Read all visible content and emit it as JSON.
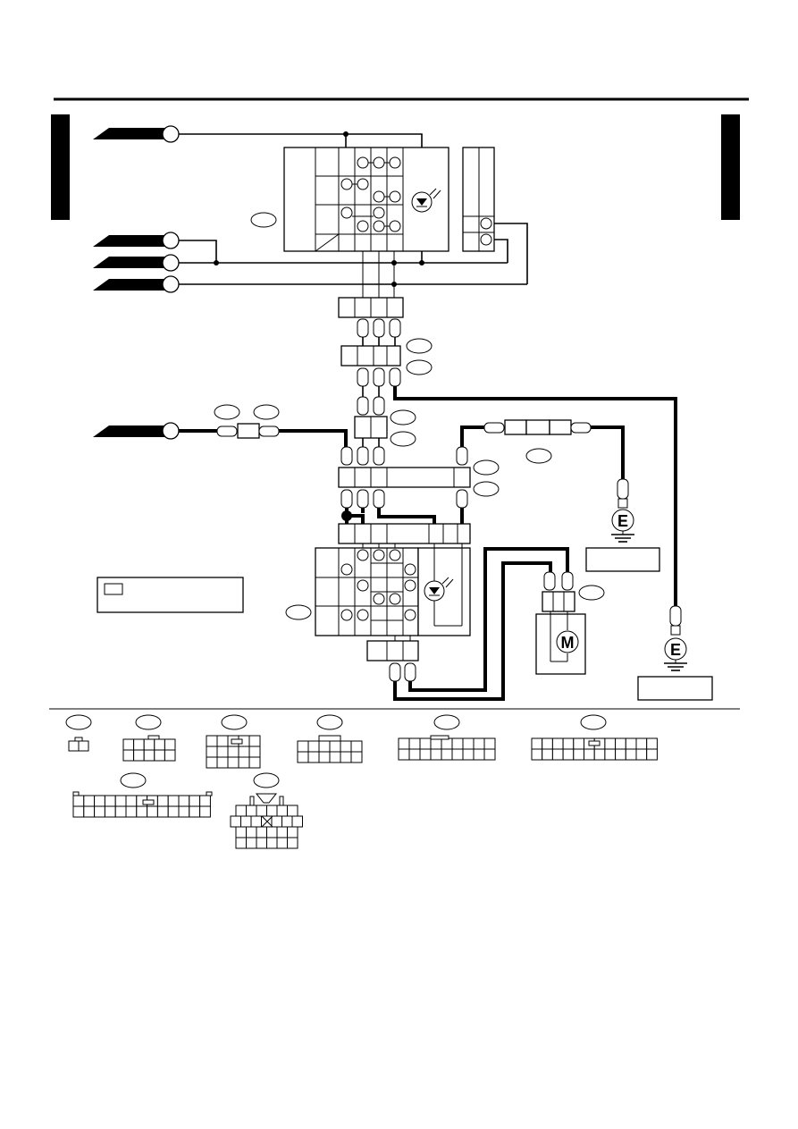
{
  "ground_symbols": [
    {
      "label": "E"
    },
    {
      "label": "E"
    }
  ],
  "motor": {
    "label": "M"
  },
  "colors": {
    "line": "#000000",
    "background": "#ffffff"
  }
}
